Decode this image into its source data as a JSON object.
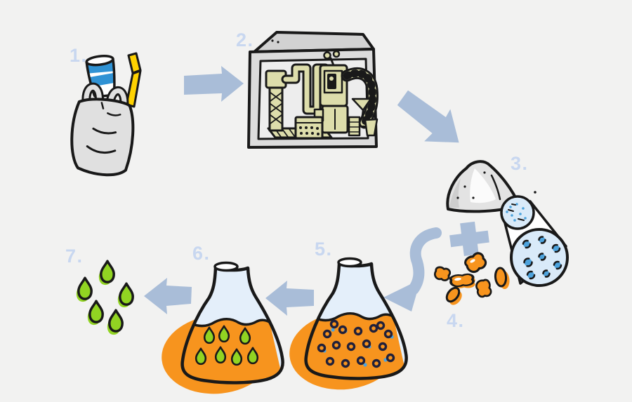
{
  "diagram": {
    "kind": "hand-drawn-process-flow",
    "steps": [
      {
        "label": "1.",
        "name": "plastic-waste",
        "depicts": [
          "plastic-cup",
          "plastic-straw",
          "plastic-bag"
        ]
      },
      {
        "label": "2.",
        "name": "processing-machine",
        "depicts": [
          "machine-in-glass-box"
        ]
      },
      {
        "label": "3.",
        "name": "plastic-powder",
        "depicts": [
          "powder-pile",
          "magnified-particle-circles"
        ]
      },
      {
        "label": "4.",
        "name": "bacteria",
        "depicts": [
          "orange-bacteria-cells"
        ]
      },
      {
        "label": "5.",
        "name": "flask-with-particles",
        "depicts": [
          "erlenmeyer-flask",
          "orange-liquid",
          "dark-particles"
        ]
      },
      {
        "label": "6.",
        "name": "flask-with-droplets",
        "depicts": [
          "erlenmeyer-flask",
          "orange-liquid",
          "green-droplets"
        ]
      },
      {
        "label": "7.",
        "name": "product-droplets",
        "depicts": [
          "green-droplets"
        ]
      }
    ],
    "connectors": [
      {
        "name": "arrow-step1-to-step2",
        "shape": "straight-right"
      },
      {
        "name": "arrow-step2-to-step3",
        "shape": "diagonal-down-right"
      },
      {
        "name": "plus-sign",
        "shape": "plus"
      },
      {
        "name": "arrow-step34-to-step5",
        "shape": "curved-down-left"
      },
      {
        "name": "arrow-step5-to-step6",
        "shape": "straight-left"
      },
      {
        "name": "arrow-step6-to-step7",
        "shape": "straight-left"
      }
    ]
  },
  "colors": {
    "bg": "#f2f2f1",
    "ink": "#191919",
    "arrow": "#a9bdd8",
    "number": "#c8d7f0",
    "orange": "#f7941e",
    "green": "#91d422",
    "yellow": "#ffd200",
    "cupblue": "#2f92d4",
    "glass": "#e4effa",
    "khaki": "#ddddab",
    "boxtop": "#d2d2d2",
    "boxfront": "#dcdcdc",
    "boxinner": "#ededed",
    "bag": "#e0e0e0",
    "pile": "#e3e3e3",
    "mag": "#d9eaf9",
    "magdot": "#4da3dd"
  }
}
